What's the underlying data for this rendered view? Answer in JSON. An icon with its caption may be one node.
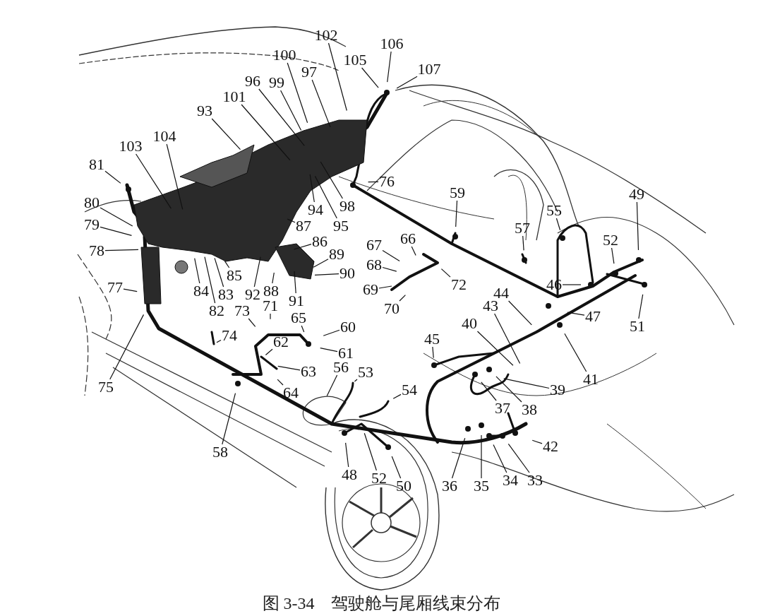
{
  "diagram": {
    "caption": "图 3-34　驾驶舱与尾厢线束分布",
    "nodes": [
      {
        "text": [
          "102"
        ]
      },
      {
        "text": [
          "106"
        ]
      },
      {
        "text": [
          "100"
        ]
      },
      {
        "text": [
          "105"
        ]
      },
      {
        "text": [
          "107"
        ]
      },
      {
        "text": [
          "97"
        ]
      },
      {
        "text": [
          "96"
        ]
      },
      {
        "text": [
          "99"
        ]
      },
      {
        "text": [
          "101"
        ]
      },
      {
        "text": [
          "93"
        ]
      },
      {
        "text": [
          "104"
        ]
      },
      {
        "text": [
          "103"
        ]
      },
      {
        "text": [
          "81"
        ]
      },
      {
        "text": [
          "76"
        ]
      },
      {
        "text": [
          "59"
        ]
      },
      {
        "text": [
          "49"
        ]
      },
      {
        "text": [
          "80"
        ]
      },
      {
        "text": [
          "98"
        ]
      },
      {
        "text": [
          "94"
        ]
      },
      {
        "text": [
          "55"
        ]
      },
      {
        "text": [
          "79"
        ]
      },
      {
        "text": [
          "87"
        ]
      },
      {
        "text": [
          "95"
        ]
      },
      {
        "text": [
          "57"
        ]
      },
      {
        "text": [
          "66"
        ]
      },
      {
        "text": [
          "52"
        ]
      },
      {
        "text": [
          "86"
        ]
      },
      {
        "text": [
          "67"
        ]
      },
      {
        "text": [
          "78"
        ]
      },
      {
        "text": [
          "89"
        ]
      },
      {
        "text": [
          "68"
        ]
      },
      {
        "text": [
          "90"
        ]
      },
      {
        "text": [
          "85"
        ]
      },
      {
        "text": [
          "72"
        ]
      },
      {
        "text": [
          "46"
        ]
      },
      {
        "text": [
          "77"
        ]
      },
      {
        "text": [
          "69"
        ]
      },
      {
        "text": [
          "84"
        ]
      },
      {
        "text": [
          "88"
        ]
      },
      {
        "text": [
          "44"
        ]
      },
      {
        "text": [
          "83"
        ]
      },
      {
        "text": [
          "92"
        ]
      },
      {
        "text": [
          "91"
        ]
      },
      {
        "text": [
          "71"
        ]
      },
      {
        "text": [
          "43"
        ]
      },
      {
        "text": [
          "70"
        ]
      },
      {
        "text": [
          "73"
        ]
      },
      {
        "text": [
          "82"
        ]
      },
      {
        "text": [
          "47"
        ]
      },
      {
        "text": [
          "65"
        ]
      },
      {
        "text": [
          "40"
        ]
      },
      {
        "text": [
          "51"
        ]
      },
      {
        "text": [
          "60"
        ]
      },
      {
        "text": [
          "74"
        ]
      },
      {
        "text": [
          "45"
        ]
      },
      {
        "text": [
          "61"
        ]
      },
      {
        "text": [
          "62"
        ]
      },
      {
        "text": [
          "63"
        ]
      },
      {
        "text": [
          "56"
        ]
      },
      {
        "text": [
          "53"
        ]
      },
      {
        "text": [
          "41"
        ]
      },
      {
        "text": [
          "64"
        ]
      },
      {
        "text": [
          "75"
        ]
      },
      {
        "text": [
          "54"
        ]
      },
      {
        "text": [
          "39"
        ]
      },
      {
        "text": [
          "38"
        ]
      },
      {
        "text": [
          "37"
        ]
      },
      {
        "text": [
          "42"
        ]
      },
      {
        "text": [
          "58"
        ]
      },
      {
        "text": [
          "48"
        ]
      },
      {
        "text": [
          "52"
        ]
      },
      {
        "text": [
          "34"
        ]
      },
      {
        "text": [
          "33"
        ]
      },
      {
        "text": [
          "36"
        ]
      },
      {
        "text": [
          "35"
        ]
      },
      {
        "text": [
          "50"
        ]
      }
    ],
    "edges": [
      {
        "from": 0,
        "to": null,
        "arrow": "none"
      },
      {
        "from": 1,
        "to": null,
        "arrow": "none"
      },
      {
        "from": 2,
        "to": null,
        "arrow": "none"
      },
      {
        "from": 3,
        "to": null,
        "arrow": "none"
      },
      {
        "from": 4,
        "to": null,
        "arrow": "none"
      },
      {
        "from": 5,
        "to": null,
        "arrow": "none"
      },
      {
        "from": 6,
        "to": null,
        "arrow": "none"
      },
      {
        "from": 7,
        "to": null,
        "arrow": "none"
      },
      {
        "from": 8,
        "to": null,
        "arrow": "none"
      },
      {
        "from": 9,
        "to": null,
        "arrow": "none"
      },
      {
        "from": 10,
        "to": null,
        "arrow": "none"
      },
      {
        "from": 11,
        "to": null,
        "arrow": "none"
      },
      {
        "from": 12,
        "to": null,
        "arrow": "none"
      },
      {
        "from": 13,
        "to": null,
        "arrow": "none"
      },
      {
        "from": 14,
        "to": null,
        "arrow": "none"
      },
      {
        "from": 15,
        "to": null,
        "arrow": "none"
      },
      {
        "from": 16,
        "to": null,
        "arrow": "none"
      },
      {
        "from": 17,
        "to": null,
        "arrow": "none"
      },
      {
        "from": 18,
        "to": null,
        "arrow": "none"
      },
      {
        "from": 19,
        "to": null,
        "arrow": "none"
      },
      {
        "from": 20,
        "to": null,
        "arrow": "none"
      },
      {
        "from": 21,
        "to": null,
        "arrow": "none"
      },
      {
        "from": 22,
        "to": null,
        "arrow": "none"
      },
      {
        "from": 23,
        "to": null,
        "arrow": "none"
      },
      {
        "from": 24,
        "to": null,
        "arrow": "none"
      },
      {
        "from": 25,
        "to": null,
        "arrow": "none"
      },
      {
        "from": 26,
        "to": null,
        "arrow": "none"
      },
      {
        "from": 27,
        "to": null,
        "arrow": "none"
      },
      {
        "from": 28,
        "to": null,
        "arrow": "none"
      },
      {
        "from": 29,
        "to": null,
        "arrow": "none"
      },
      {
        "from": 30,
        "to": null,
        "arrow": "none"
      },
      {
        "from": 31,
        "to": null,
        "arrow": "none"
      },
      {
        "from": 32,
        "to": null,
        "arrow": "none"
      },
      {
        "from": 33,
        "to": null,
        "arrow": "none"
      },
      {
        "from": 34,
        "to": null,
        "arrow": "none"
      },
      {
        "from": 35,
        "to": null,
        "arrow": "none"
      },
      {
        "from": 36,
        "to": null,
        "arrow": "none"
      },
      {
        "from": 37,
        "to": null,
        "arrow": "none"
      },
      {
        "from": 38,
        "to": null,
        "arrow": "none"
      },
      {
        "from": 39,
        "to": null,
        "arrow": "none"
      },
      {
        "from": 40,
        "to": null,
        "arrow": "none"
      },
      {
        "from": 41,
        "to": null,
        "arrow": "none"
      },
      {
        "from": 42,
        "to": null,
        "arrow": "none"
      },
      {
        "from": 43,
        "to": null,
        "arrow": "none"
      },
      {
        "from": 44,
        "to": null,
        "arrow": "none"
      },
      {
        "from": 45,
        "to": null,
        "arrow": "none"
      },
      {
        "from": 46,
        "to": null,
        "arrow": "none"
      },
      {
        "from": 47,
        "to": null,
        "arrow": "none"
      },
      {
        "from": 48,
        "to": null,
        "arrow": "none"
      },
      {
        "from": 49,
        "to": null,
        "arrow": "none"
      },
      {
        "from": 50,
        "to": null,
        "arrow": "none"
      },
      {
        "from": 51,
        "to": null,
        "arrow": "none"
      },
      {
        "from": 52,
        "to": null,
        "arrow": "none"
      },
      {
        "from": 53,
        "to": null,
        "arrow": "none"
      },
      {
        "from": 54,
        "to": null,
        "arrow": "none"
      },
      {
        "from": 55,
        "to": null,
        "arrow": "none"
      },
      {
        "from": 56,
        "to": null,
        "arrow": "none"
      },
      {
        "from": 57,
        "to": null,
        "arrow": "none"
      },
      {
        "from": 58,
        "to": null,
        "arrow": "none"
      },
      {
        "from": 59,
        "to": null,
        "arrow": "none"
      },
      {
        "from": 60,
        "to": null,
        "arrow": "none"
      },
      {
        "from": 61,
        "to": null,
        "arrow": "none"
      },
      {
        "from": 62,
        "to": null,
        "arrow": "none"
      },
      {
        "from": 63,
        "to": null,
        "arrow": "none"
      },
      {
        "from": 64,
        "to": null,
        "arrow": "none"
      },
      {
        "from": 65,
        "to": null,
        "arrow": "none"
      },
      {
        "from": 66,
        "to": null,
        "arrow": "none"
      },
      {
        "from": 67,
        "to": null,
        "arrow": "none"
      },
      {
        "from": 68,
        "to": null,
        "arrow": "none"
      },
      {
        "from": 69,
        "to": null,
        "arrow": "none"
      },
      {
        "from": 70,
        "to": null,
        "arrow": "none"
      },
      {
        "from": 71,
        "to": null,
        "arrow": "none"
      },
      {
        "from": 72,
        "to": null,
        "arrow": "none"
      },
      {
        "from": 73,
        "to": null,
        "arrow": "none"
      },
      {
        "from": 74,
        "to": null,
        "arrow": "none"
      },
      {
        "from": 75,
        "to": null,
        "arrow": "none"
      }
    ]
  }
}
